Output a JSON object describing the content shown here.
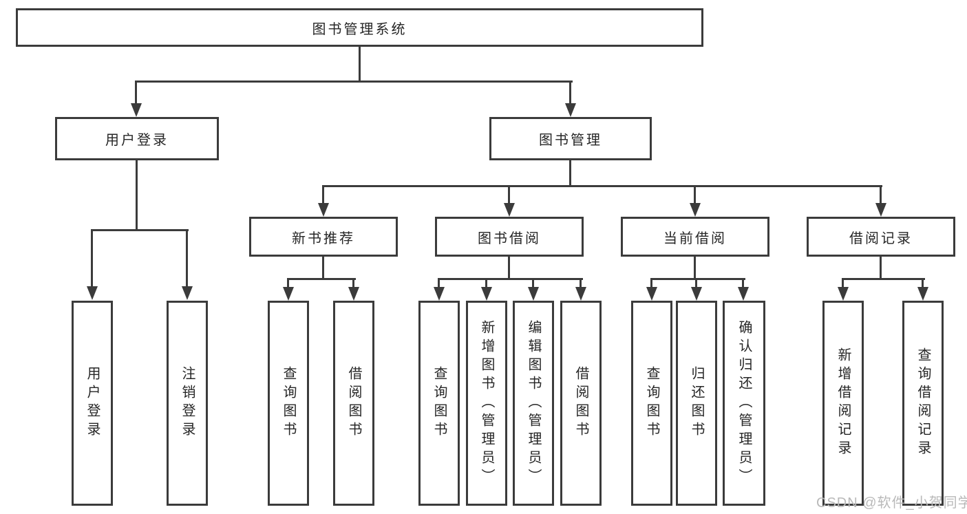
{
  "diagram": {
    "root": "图书管理系统",
    "level2": {
      "user_login": {
        "label": "用户登录",
        "children": [
          "用户登录",
          "注销登录"
        ]
      },
      "book_management": {
        "label": "图书管理",
        "sections": {
          "new_book_recommend": {
            "label": "新书推荐",
            "children": [
              "查询图书",
              "借阅图书"
            ]
          },
          "book_borrow": {
            "label": "图书借阅",
            "children": [
              "查询图书",
              "新增图书（管理员）",
              "编辑图书（管理员）",
              "借阅图书"
            ]
          },
          "current_borrow": {
            "label": "当前借阅",
            "children": [
              "查询图书",
              "归还图书",
              "确认归还（管理员）"
            ]
          },
          "borrow_record": {
            "label": "借阅记录",
            "children": [
              "新增借阅记录",
              "查询借阅记录"
            ]
          }
        }
      }
    }
  },
  "watermark": "CSDN @软件_小贺同学",
  "colors": {
    "line": "#3b3b3b",
    "text": "#262626",
    "watermark_text": "#b9b9b9",
    "background": "#ffffff"
  }
}
